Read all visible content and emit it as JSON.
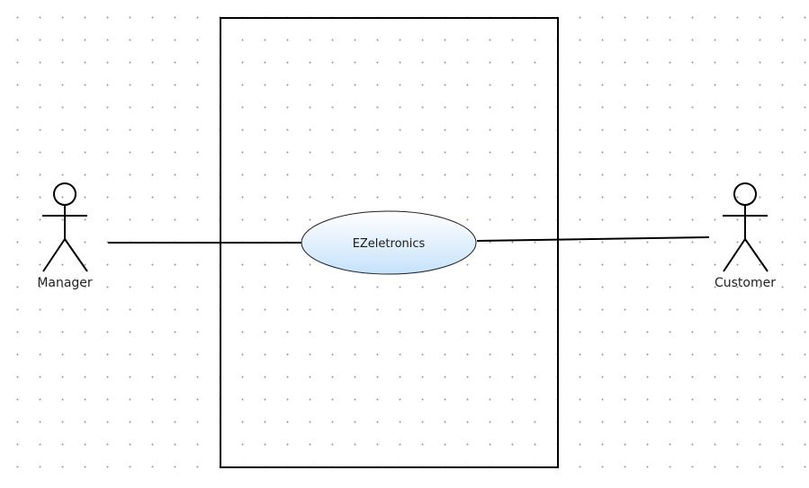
{
  "diagram": {
    "type": "use-case",
    "actors": [
      {
        "id": "manager",
        "label": "Manager"
      },
      {
        "id": "customer",
        "label": "Customer"
      }
    ],
    "use_cases": [
      {
        "id": "ezeletronics",
        "label": "EZeletronics"
      }
    ],
    "associations": [
      {
        "from": "manager",
        "to": "ezeletronics"
      },
      {
        "from": "ezeletronics",
        "to": "customer"
      }
    ]
  },
  "colors": {
    "background": "#ffffff",
    "grid_dot": "#9a9a9a",
    "stroke": "#000000",
    "usecase_fill_top": "#ffffff",
    "usecase_fill_bottom": "#c6e2fb",
    "usecase_stroke": "#1f1f1f"
  }
}
